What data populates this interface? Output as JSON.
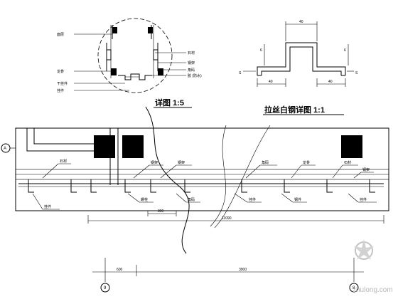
{
  "detail_left": {
    "title": "详图  1:5",
    "labels_left": [
      "面层",
      "龙骨",
      "干挂件",
      "挂件"
    ],
    "labels_right": [
      "石材",
      "钢架",
      "角码",
      "胶 (防水)"
    ]
  },
  "detail_right": {
    "title": "拉丝白钢详图  1:1",
    "dims": [
      "40",
      "6",
      "6",
      "40",
      "40"
    ],
    "side_marks": [
      "S",
      "S"
    ]
  },
  "section": {
    "axis_left": "A",
    "labels_top": [
      "石材",
      "钢架",
      "钢架",
      "角码",
      "龙骨",
      "石材",
      "钢架"
    ],
    "labels_bottom": [
      "挂件",
      "螺栓",
      "角码",
      "挂件",
      "钢件",
      "挂件"
    ],
    "dims": [
      "800",
      "11090"
    ]
  },
  "bottom_axis": {
    "dims": [
      "600",
      "3900"
    ],
    "axis_labels": [
      "9",
      "8"
    ]
  },
  "watermark": {
    "text": "zhulong.com"
  }
}
